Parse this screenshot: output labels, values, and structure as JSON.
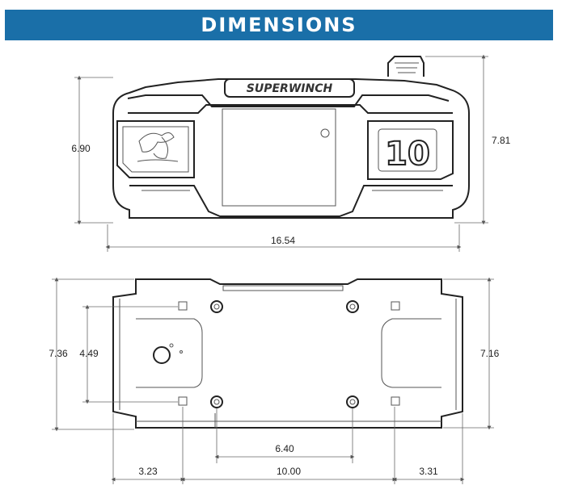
{
  "header": {
    "title": "DIMENSIONS"
  },
  "front_view": {
    "brand_text": "SUPERWINCH",
    "badge_number": "10",
    "height_left": "6.90",
    "height_right": "7.81",
    "width": "16.54"
  },
  "bottom_view": {
    "height_left": "7.36",
    "hole_spacing_vertical": "4.49",
    "height_right": "7.16",
    "hole_spacing_horizontal": "6.40",
    "offset_left": "3.23",
    "center_width": "10.00",
    "offset_right": "3.31"
  },
  "colors": {
    "banner": "#1a6fa8",
    "line": "#222222"
  }
}
